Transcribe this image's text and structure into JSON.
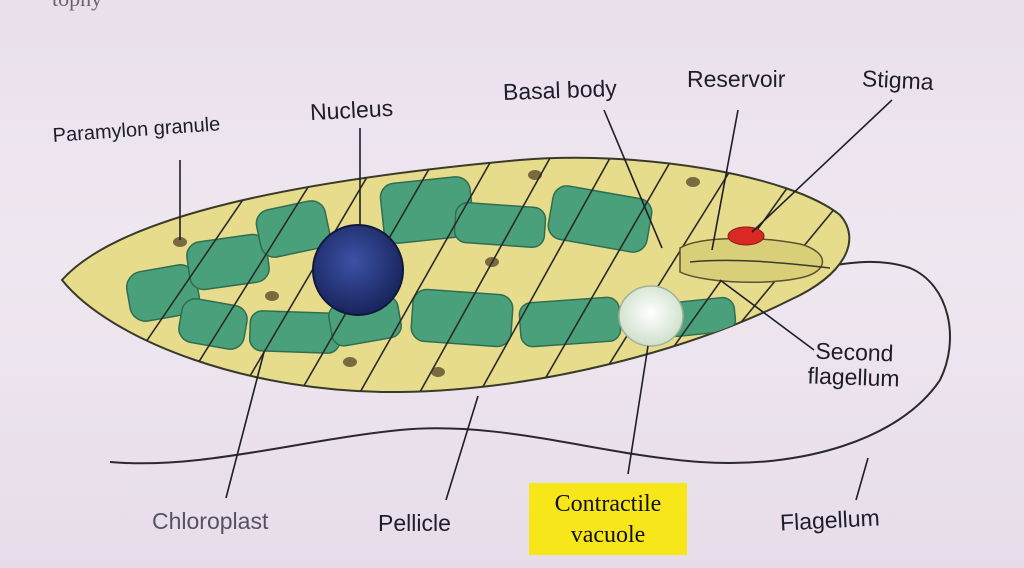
{
  "labels": {
    "paramylon_granule": "Paramylon granule",
    "nucleus": "Nucleus",
    "basal_body": "Basal body",
    "reservoir": "Reservoir",
    "stigma": "Stigma",
    "second_flagellum": "Second\nflagellum",
    "chloroplast": "Chloroplast",
    "pellicle": "Pellicle",
    "contractile_vacuole": "Contractile\nvacuole",
    "flagellum": "Flagellum"
  },
  "highlight_color": "#f7e61a",
  "colors": {
    "cell_body": "#e6dc8c",
    "chloroplast": "#4aa07a",
    "nucleus": "#26387f",
    "stigma": "#d82a22",
    "paramylon": "#7a6a40"
  },
  "top_fragment": "tophy"
}
